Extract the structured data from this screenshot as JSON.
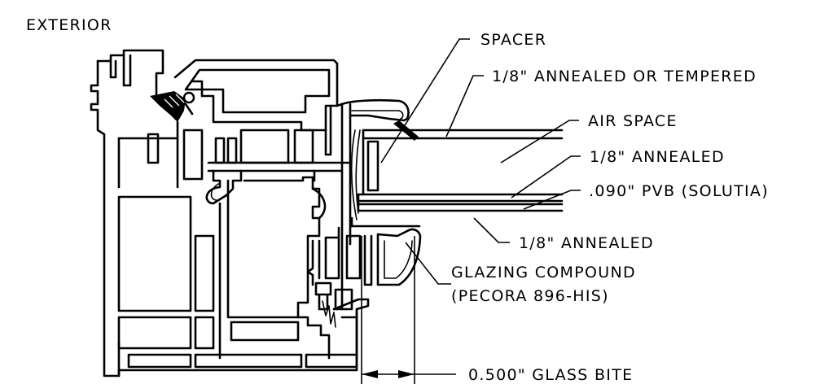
{
  "labels": {
    "exterior": "EXTERIOR",
    "spacer": "SPACER",
    "outer_glass": "1/8\" ANNEALED OR TEMPERED",
    "air_space": "AIR SPACE",
    "mid_glass": "1/8\" ANNEALED",
    "interlayer": ".090\" PVB (SOLUTIA)",
    "inner_glass": "1/8\" ANNEALED",
    "glazing_compound_1": "GLAZING COMPOUND",
    "glazing_compound_2": "(PECORA 896-HIS)",
    "glass_bite": "0.500\" GLASS BITE"
  },
  "colors": {
    "line": "#000000",
    "background": "#ffffff"
  }
}
